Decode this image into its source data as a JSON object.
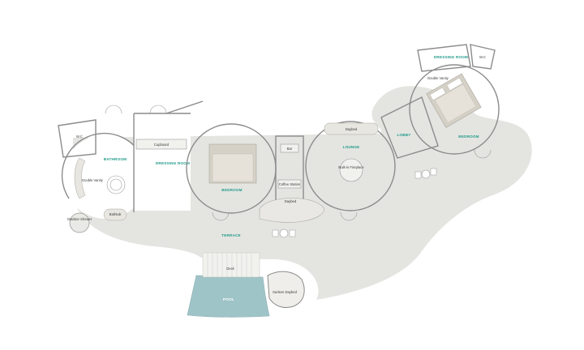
{
  "colors": {
    "terrace": "#e4e5e1",
    "floor": "#ffffff",
    "wall": "#8c8c8c",
    "pool": "#9fc4c8",
    "label_teal": "#1f9a8a",
    "label_dark": "#3a3a3a",
    "bed": "#d6d1c7"
  },
  "labels": {
    "dressing_room_top": "DRESSING ROOM",
    "wc_top": "W.C",
    "double_vanity_top": "Double Vanity",
    "bedroom_right": "BEDROOM",
    "lobby": "LOBBY",
    "daybed_lounge": "Daybed",
    "lounge": "LOUNGE",
    "fireplace": "Built-in Fireplace",
    "bar": "Bar",
    "coffee_station": "Coffee Station",
    "daybed_lower": "Daybed",
    "bedroom_center": "BEDROOM",
    "cupboard": "Cupboard",
    "dressing_room_left": "DRESSING ROOM",
    "bathroom": "BATHROOM",
    "wc_left": "W.C",
    "double_vanity_left": "Double Vanity",
    "bathtub": "Bathtub",
    "outdoor_shower": "Outdoor Shower",
    "terrace": "TERRACE",
    "deck": "Deck",
    "pool": "POOL",
    "sunken_daybed": "Sunken Daybed"
  }
}
